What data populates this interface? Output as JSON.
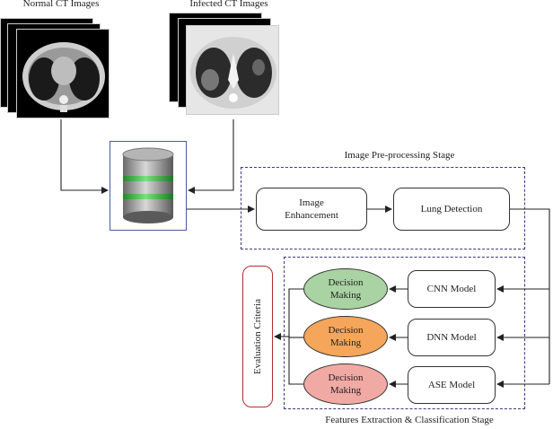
{
  "stacks": {
    "normal_label": "Normal CT Images",
    "infected_label": "Infected CT Images"
  },
  "preprocessing": {
    "title": "Image Pre-processing Stage",
    "enhancement_line1": "Image",
    "enhancement_line2": "Enhancement",
    "lung_detection": "Lung Detection"
  },
  "classification": {
    "title": "Features Extraction & Classification Stage",
    "models": [
      "CNN Model",
      "DNN Model",
      "ASE Model"
    ],
    "decision_line1": "Decision",
    "decision_line2": "Making"
  },
  "evaluation": {
    "label": "Evaluation Criteria"
  },
  "colors": {
    "decision_green": "#a9d3a2",
    "decision_orange": "#f5a65a",
    "decision_red": "#f1a9a4",
    "db_green": "#3dbb45",
    "db_gray": "#9a9a9a",
    "eval_border": "#b03030",
    "dash_border": "#3a3a7a"
  },
  "icons": {
    "database": "database-icon"
  }
}
